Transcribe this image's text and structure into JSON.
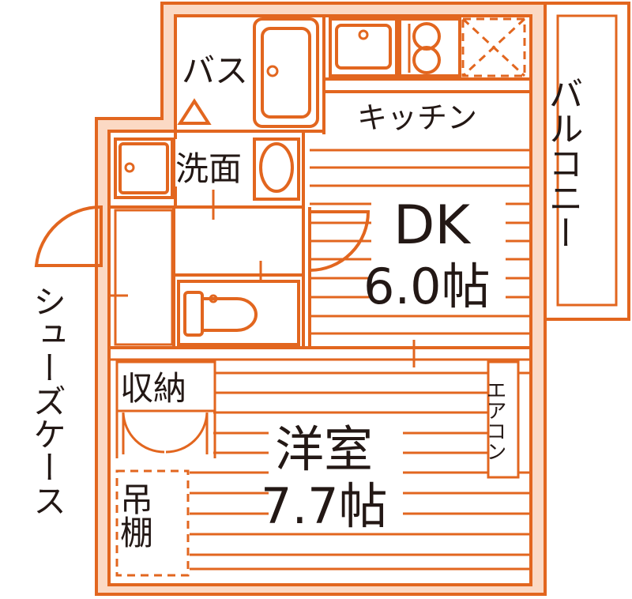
{
  "floorplan": {
    "rooms": {
      "bath": "バス",
      "kitchen": "キッチン",
      "washroom": "洗面",
      "balcony": "バルコニー",
      "dk_name": "DK",
      "dk_size": "6.0帖",
      "western_name": "洋室",
      "western_size": "7.7帖",
      "storage": "収納",
      "shoe_case": "シューズケース",
      "hanging_shelf": "吊棚",
      "aircon": "エアコン"
    },
    "colors": {
      "wall_line": "#e2661f",
      "wall_fill": "#fbd9c4",
      "text": "#231815",
      "background": "#ffffff"
    }
  }
}
